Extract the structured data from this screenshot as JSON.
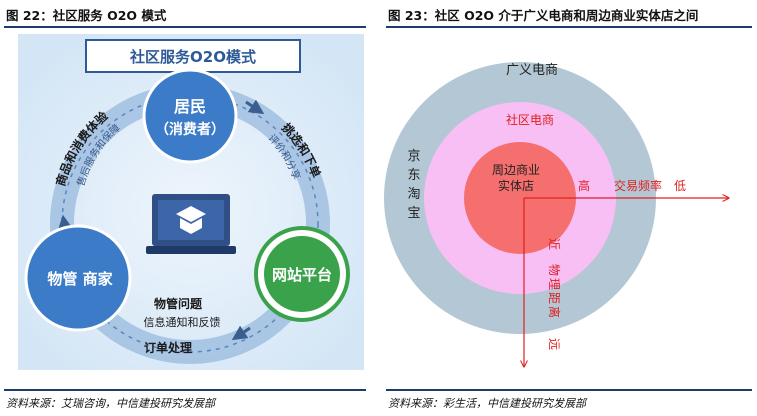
{
  "left_figure": {
    "title": "图 22：社区服务 O2O 模式",
    "banner": "社区服务O2O模式",
    "resident": {
      "line1": "居民",
      "line2": "（消费者）"
    },
    "property": "物管  商家",
    "website": "网站平台",
    "arc_left_outer": "商品和消费体验",
    "arc_left_inner": "售后服务和保障",
    "arc_right_outer": "挑选和下单",
    "arc_right_inner": "评价和分享",
    "bottom_outer_1": "物管问题",
    "bottom_inner": "信息通知和反馈",
    "bottom_outer_2": "订单处理",
    "source": "资料来源：艾瑞咨询，中信建投研究发展部"
  },
  "right_figure": {
    "title": "图 23：社区 O2O 介于广义电商和周边商业实体店之间",
    "outer_label": "广义电商",
    "middle_label": "社区电商",
    "inner_label_1": "周边商业",
    "inner_label_2": "实体店",
    "jd": [
      "京",
      "东",
      "淘",
      "宝"
    ],
    "axis_high": "高",
    "axis_freq": "交易频率",
    "axis_low": "低",
    "axis_near": "近",
    "axis_dist": [
      "物",
      "理",
      "距",
      "离"
    ],
    "axis_far": "远",
    "source": "资料来源：彩生活，中信建投研究发展部"
  },
  "colors": {
    "rule": "#1e3a6e",
    "outer_ring": "#b3c7d4",
    "middle_ring": "#f8bff5",
    "inner_ring": "#f56f6f",
    "axis_red": "#e0201f",
    "node_blue": "#3b7bc8",
    "node_green": "#3aa24a"
  }
}
